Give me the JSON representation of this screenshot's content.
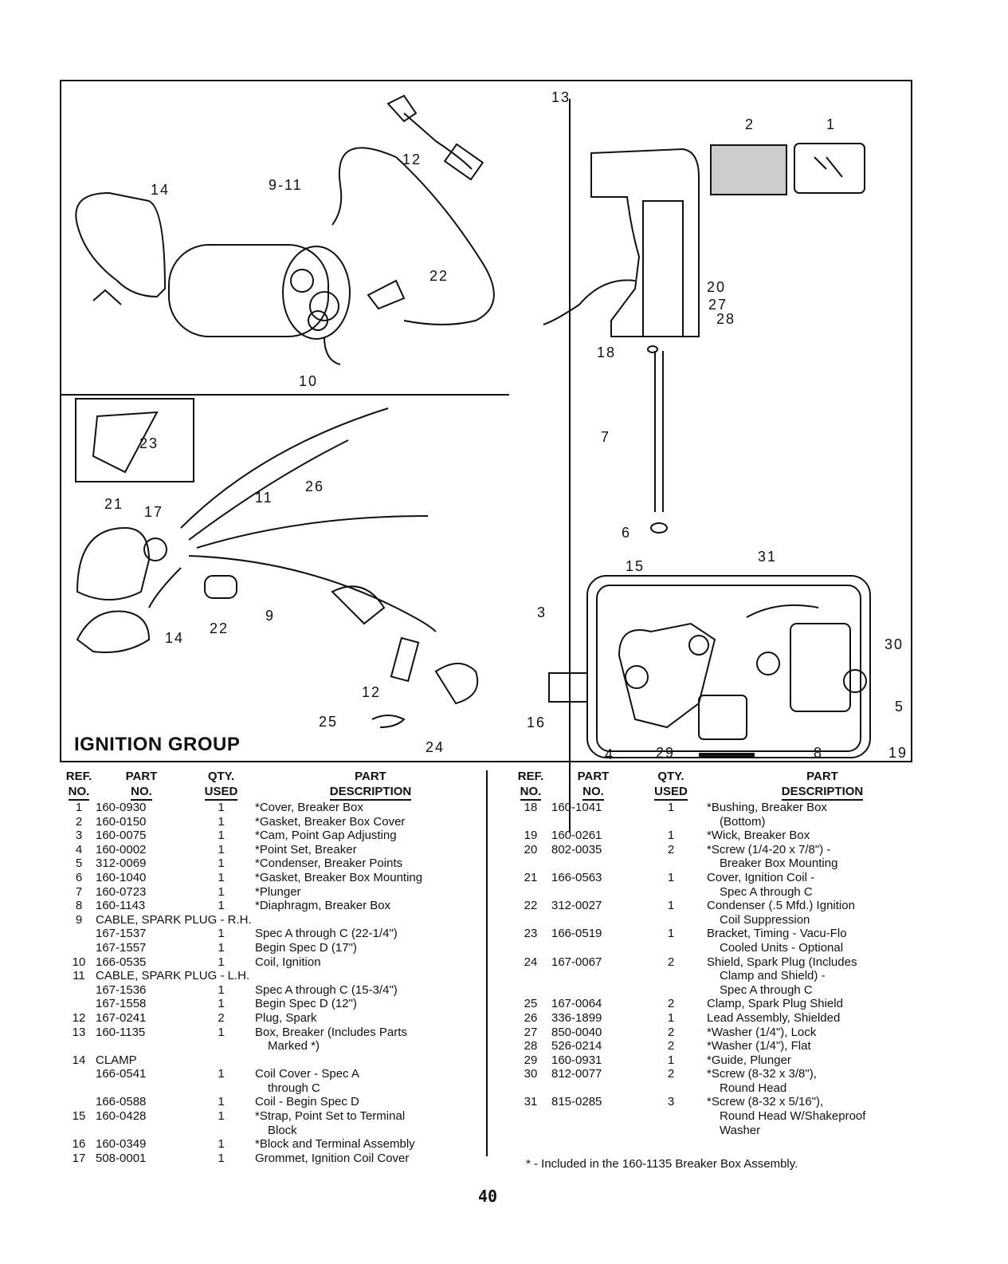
{
  "diagram": {
    "title": "IGNITION GROUP",
    "callouts": {
      "c13": "13",
      "c2": "2",
      "c1": "1",
      "c14": "14",
      "c9_11": "9-11",
      "c12a": "12",
      "c22a": "22",
      "c10": "10",
      "c20": "20",
      "c27": "27",
      "c28": "28",
      "c18": "18",
      "c23": "23",
      "c26": "26",
      "c21": "21",
      "c17": "17",
      "c11": "11",
      "c7": "7",
      "c6": "6",
      "c22b": "22",
      "c9": "9",
      "c14b": "14",
      "c31": "31",
      "c15": "15",
      "c3": "3",
      "c30": "30",
      "c5": "5",
      "c16": "16",
      "c12b": "12",
      "c25": "25",
      "c24": "24",
      "c4": "4",
      "c29": "29",
      "c8": "8",
      "c19": "19"
    }
  },
  "table_headers": {
    "ref": [
      "REF.",
      "NO."
    ],
    "part": [
      "PART",
      "NO."
    ],
    "qty": [
      "QTY.",
      "USED"
    ],
    "desc": [
      "PART",
      "DESCRIPTION"
    ]
  },
  "left_rows": [
    {
      "ref": "1",
      "part": "160-0930",
      "qty": "1",
      "desc": "*Cover, Breaker Box"
    },
    {
      "ref": "2",
      "part": "160-0150",
      "qty": "1",
      "desc": "*Gasket, Breaker Box Cover"
    },
    {
      "ref": "3",
      "part": "160-0075",
      "qty": "1",
      "desc": "*Cam, Point Gap Adjusting"
    },
    {
      "ref": "4",
      "part": "160-0002",
      "qty": "1",
      "desc": "*Point Set, Breaker"
    },
    {
      "ref": "5",
      "part": "312-0069",
      "qty": "1",
      "desc": "*Condenser, Breaker Points"
    },
    {
      "ref": "6",
      "part": "160-1040",
      "qty": "1",
      "desc": "*Gasket, Breaker Box Mounting"
    },
    {
      "ref": "7",
      "part": "160-0723",
      "qty": "1",
      "desc": "*Plunger"
    },
    {
      "ref": "8",
      "part": "160-1143",
      "qty": "1",
      "desc": "*Diaphragm, Breaker Box"
    },
    {
      "ref": "9",
      "part": "CABLE, SPARK PLUG - R.H.",
      "qty": "",
      "desc": ""
    },
    {
      "ref": "",
      "part": "167-1537",
      "qty": "1",
      "desc": "Spec A through C (22-1/4\")"
    },
    {
      "ref": "",
      "part": "167-1557",
      "qty": "1",
      "desc": "Begin Spec D (17\")"
    },
    {
      "ref": "10",
      "part": "166-0535",
      "qty": "1",
      "desc": "Coil, Ignition"
    },
    {
      "ref": "11",
      "part": "CABLE, SPARK PLUG - L.H.",
      "qty": "",
      "desc": ""
    },
    {
      "ref": "",
      "part": "167-1536",
      "qty": "1",
      "desc": "Spec A through C (15-3/4\")"
    },
    {
      "ref": "",
      "part": "167-1558",
      "qty": "1",
      "desc": "Begin Spec D (12\")"
    },
    {
      "ref": "12",
      "part": "167-0241",
      "qty": "2",
      "desc": "Plug, Spark"
    },
    {
      "ref": "13",
      "part": "160-1135",
      "qty": "1",
      "desc": "Box, Breaker (Includes Parts",
      "cont": "Marked *)"
    },
    {
      "ref": "14",
      "part": "CLAMP",
      "qty": "",
      "desc": ""
    },
    {
      "ref": "",
      "part": "166-0541",
      "qty": "1",
      "desc": "Coil Cover - Spec A",
      "cont": "through C"
    },
    {
      "ref": "",
      "part": "166-0588",
      "qty": "1",
      "desc": "Coil - Begin Spec D"
    },
    {
      "ref": "15",
      "part": "160-0428",
      "qty": "1",
      "desc": "*Strap, Point Set to Terminal",
      "cont": "Block"
    },
    {
      "ref": "16",
      "part": "160-0349",
      "qty": "1",
      "desc": "*Block and Terminal Assembly"
    },
    {
      "ref": "17",
      "part": "508-0001",
      "qty": "1",
      "desc": "Grommet, Ignition Coil Cover"
    }
  ],
  "right_rows": [
    {
      "ref": "18",
      "part": "160-1041",
      "qty": "1",
      "desc": "*Bushing, Breaker Box",
      "cont": "(Bottom)"
    },
    {
      "ref": "19",
      "part": "160-0261",
      "qty": "1",
      "desc": "*Wick, Breaker Box"
    },
    {
      "ref": "20",
      "part": "802-0035",
      "qty": "2",
      "desc": "*Screw (1/4-20 x 7/8\") -",
      "cont": "Breaker Box Mounting"
    },
    {
      "ref": "21",
      "part": "166-0563",
      "qty": "1",
      "desc": "Cover, Ignition Coil -",
      "cont": "Spec A through C"
    },
    {
      "ref": "22",
      "part": "312-0027",
      "qty": "1",
      "desc": "Condenser (.5 Mfd.) Ignition",
      "cont": "Coil Suppression"
    },
    {
      "ref": "23",
      "part": "166-0519",
      "qty": "1",
      "desc": "Bracket, Timing - Vacu-Flo",
      "cont": "Cooled Units - Optional"
    },
    {
      "ref": "24",
      "part": "167-0067",
      "qty": "2",
      "desc": "Shield, Spark Plug (Includes",
      "cont": "Clamp and Shield) -",
      "cont2": "Spec A through C"
    },
    {
      "ref": "25",
      "part": "167-0064",
      "qty": "2",
      "desc": "Clamp, Spark Plug Shield"
    },
    {
      "ref": "26",
      "part": "336-1899",
      "qty": "1",
      "desc": "Lead Assembly, Shielded"
    },
    {
      "ref": "27",
      "part": "850-0040",
      "qty": "2",
      "desc": "*Washer (1/4\"), Lock"
    },
    {
      "ref": "28",
      "part": "526-0214",
      "qty": "2",
      "desc": "*Washer (1/4\"), Flat"
    },
    {
      "ref": "29",
      "part": "160-0931",
      "qty": "1",
      "desc": "*Guide, Plunger"
    },
    {
      "ref": "30",
      "part": "812-0077",
      "qty": "2",
      "desc": "*Screw (8-32 x 3/8\"),",
      "cont": "Round Head"
    },
    {
      "ref": "31",
      "part": "815-0285",
      "qty": "3",
      "desc": "*Screw (8-32 x 5/16\"),",
      "cont": "Round Head W/Shakeproof",
      "cont2": "Washer"
    }
  ],
  "footnote": "* - Included in the 160-1135 Breaker Box Assembly.",
  "page_number": "40"
}
